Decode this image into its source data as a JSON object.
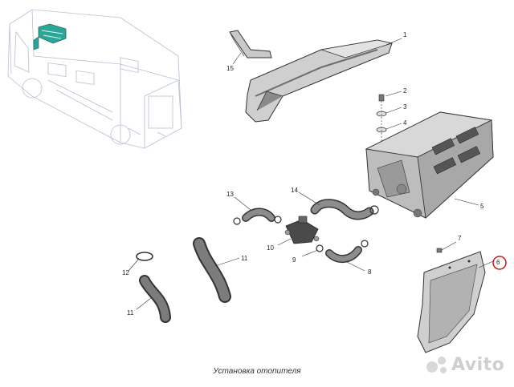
{
  "caption": "Установка отопителя",
  "watermark": "Avito",
  "colors": {
    "line": "#333333",
    "part_fill": "#c9c9c9",
    "part_dark": "#6e6e6e",
    "highlight": "#2aa598",
    "circle": "#cc2222"
  },
  "callouts": {
    "c1": "1",
    "c2": "2",
    "c3": "3",
    "c4": "4",
    "c5": "5",
    "c6": "6",
    "c7": "7",
    "c8": "8",
    "c9": "9",
    "c10": "10",
    "c11a": "11",
    "c11b": "11",
    "c12": "12",
    "c13": "13",
    "c14": "14",
    "c15": "15"
  }
}
